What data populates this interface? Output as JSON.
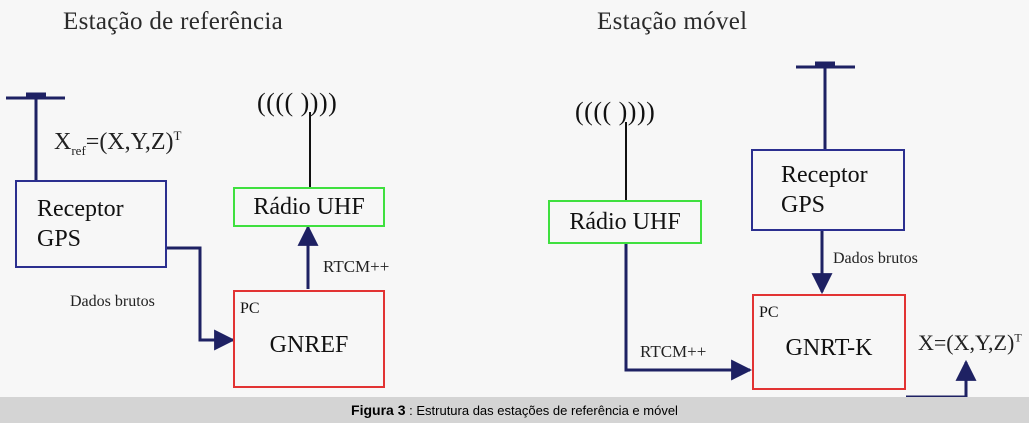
{
  "reference_station": {
    "title": "Estação de referência",
    "position_label": "X",
    "position_sub": "ref",
    "position_expr": "=(X,Y,Z)",
    "position_sup": "T",
    "receiver": {
      "line1": "Receptor",
      "line2": "GPS"
    },
    "radio": "Rádio UHF",
    "antenna_glyph": "((((  ))))",
    "raw_data_label": "Dados brutos",
    "rtcm_label": "RTCM++",
    "pc": {
      "tag": "PC",
      "name": "GNREF"
    }
  },
  "mobile_station": {
    "title": "Estação móvel",
    "radio": "Rádio UHF",
    "antenna_glyph": "((((  ))))",
    "receiver": {
      "line1": "Receptor",
      "line2": "GPS"
    },
    "raw_data_label": "Dados brutos",
    "rtcm_label": "RTCM++",
    "pc": {
      "tag": "PC",
      "name": "GNRT-K"
    },
    "output_expr": "X=(X,Y,Z)",
    "output_sup": "T"
  },
  "caption": {
    "figure_label": "Figura 3",
    "text": " : Estrutura das estações de referência e móvel"
  },
  "colors": {
    "navy": "#2b2f8f",
    "green": "#3fe03f",
    "red": "#e23333",
    "caption_bg": "#d4d4d4"
  }
}
